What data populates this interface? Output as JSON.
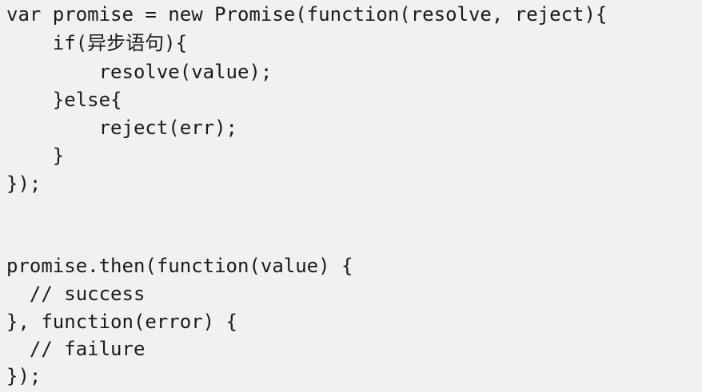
{
  "code": {
    "lines": [
      "var promise = new Promise(function(resolve, reject){",
      "    if(异步语句){",
      "        resolve(value);",
      "    }else{",
      "        reject(err);",
      "    }",
      "});",
      "",
      "",
      "promise.then(function(value) {",
      "  // success",
      "}, function(error) {",
      "  // failure",
      "});"
    ]
  }
}
